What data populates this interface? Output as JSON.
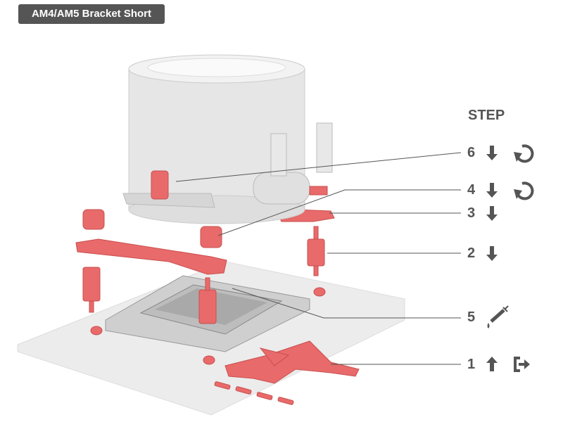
{
  "header": {
    "badge": "AM4/AM5 Bracket Short"
  },
  "legend": {
    "title": "STEP",
    "steps": [
      {
        "number": "6",
        "icons": [
          "arrow-down-icon",
          "rotate-icon"
        ]
      },
      {
        "number": "4",
        "icons": [
          "arrow-down-icon",
          "rotate-icon"
        ]
      },
      {
        "number": "3",
        "icons": [
          "arrow-down-icon"
        ]
      },
      {
        "number": "2",
        "icons": [
          "arrow-down-icon"
        ]
      },
      {
        "number": "5",
        "icons": [
          "thermal-paste-syringe-icon"
        ]
      },
      {
        "number": "1",
        "icons": [
          "arrow-up-icon",
          "remove-icon"
        ]
      }
    ]
  },
  "colors": {
    "part": "#e86a6a",
    "part_dark": "#c94f4f",
    "text": "#555555",
    "pump": "#e4e4e4",
    "board": "#ececec"
  }
}
